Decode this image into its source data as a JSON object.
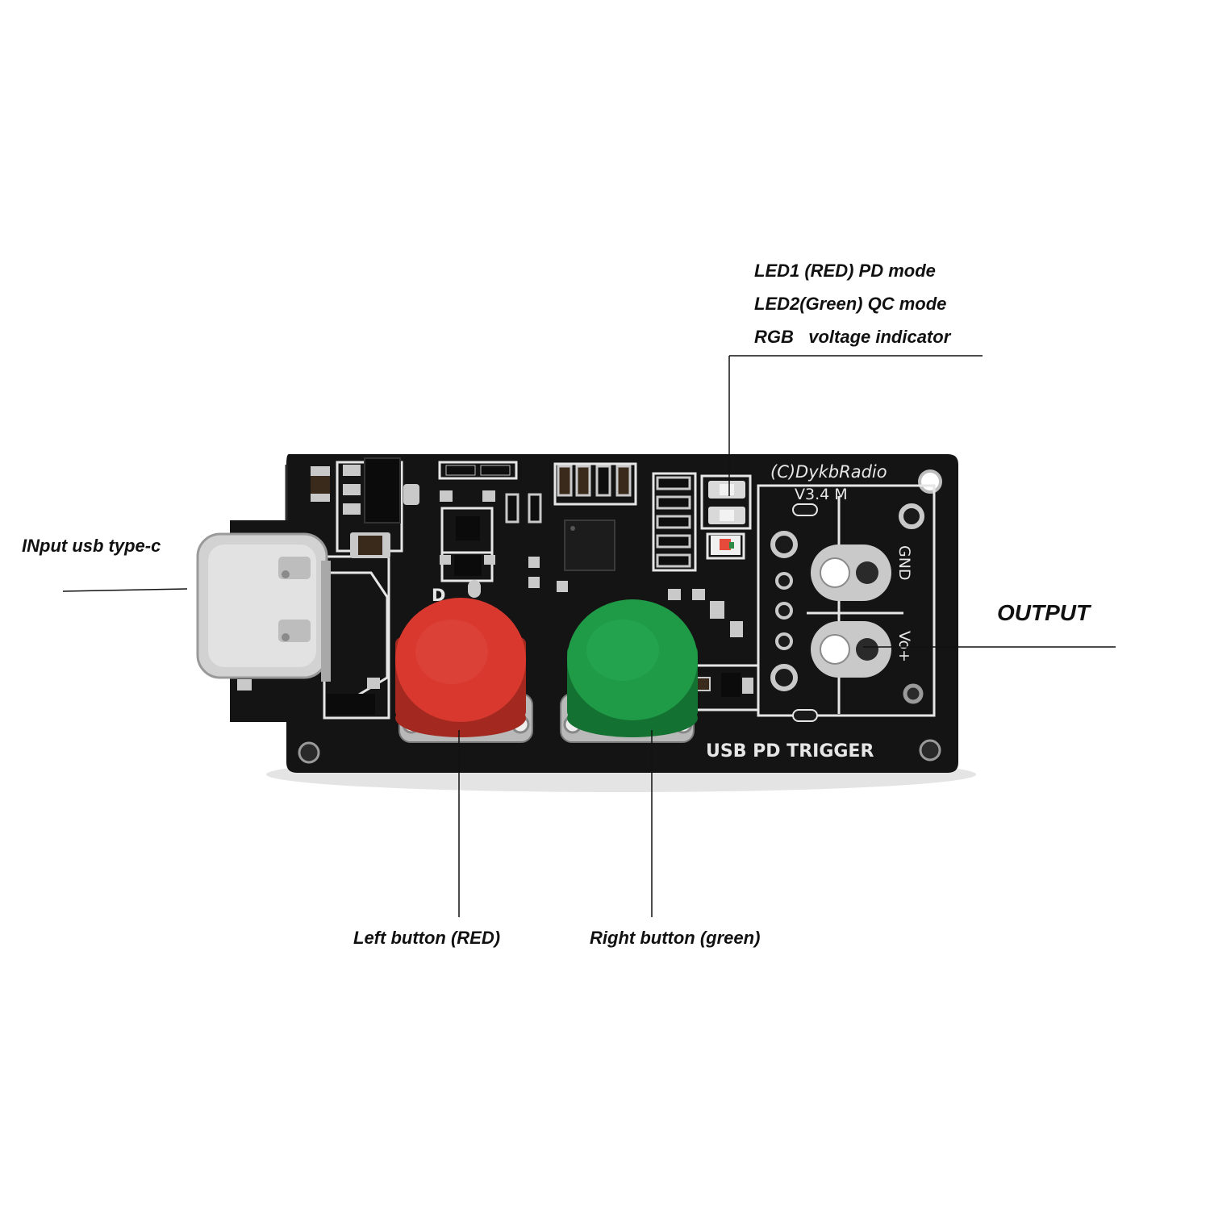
{
  "labels": {
    "led_notes": [
      "LED1 (RED) PD mode",
      "LED2(Green) QC mode",
      "RGB   voltage indicator"
    ],
    "input": "INput usb type-c",
    "output": "OUTPUT",
    "left_button": "Left button (RED)",
    "right_button": "Right button (green)"
  },
  "silkscreen": {
    "brand": "(C)DykbRadio",
    "version": "V3.4 M",
    "product": "USB PD TRIGGER",
    "gnd": "GND",
    "vo": "Vo+",
    "d": "D"
  },
  "colors": {
    "pcb": "#141414",
    "silk": "#e6e6e6",
    "button_red": "#d8382e",
    "button_green": "#1f9a47",
    "metal": "#c9c9c9"
  }
}
